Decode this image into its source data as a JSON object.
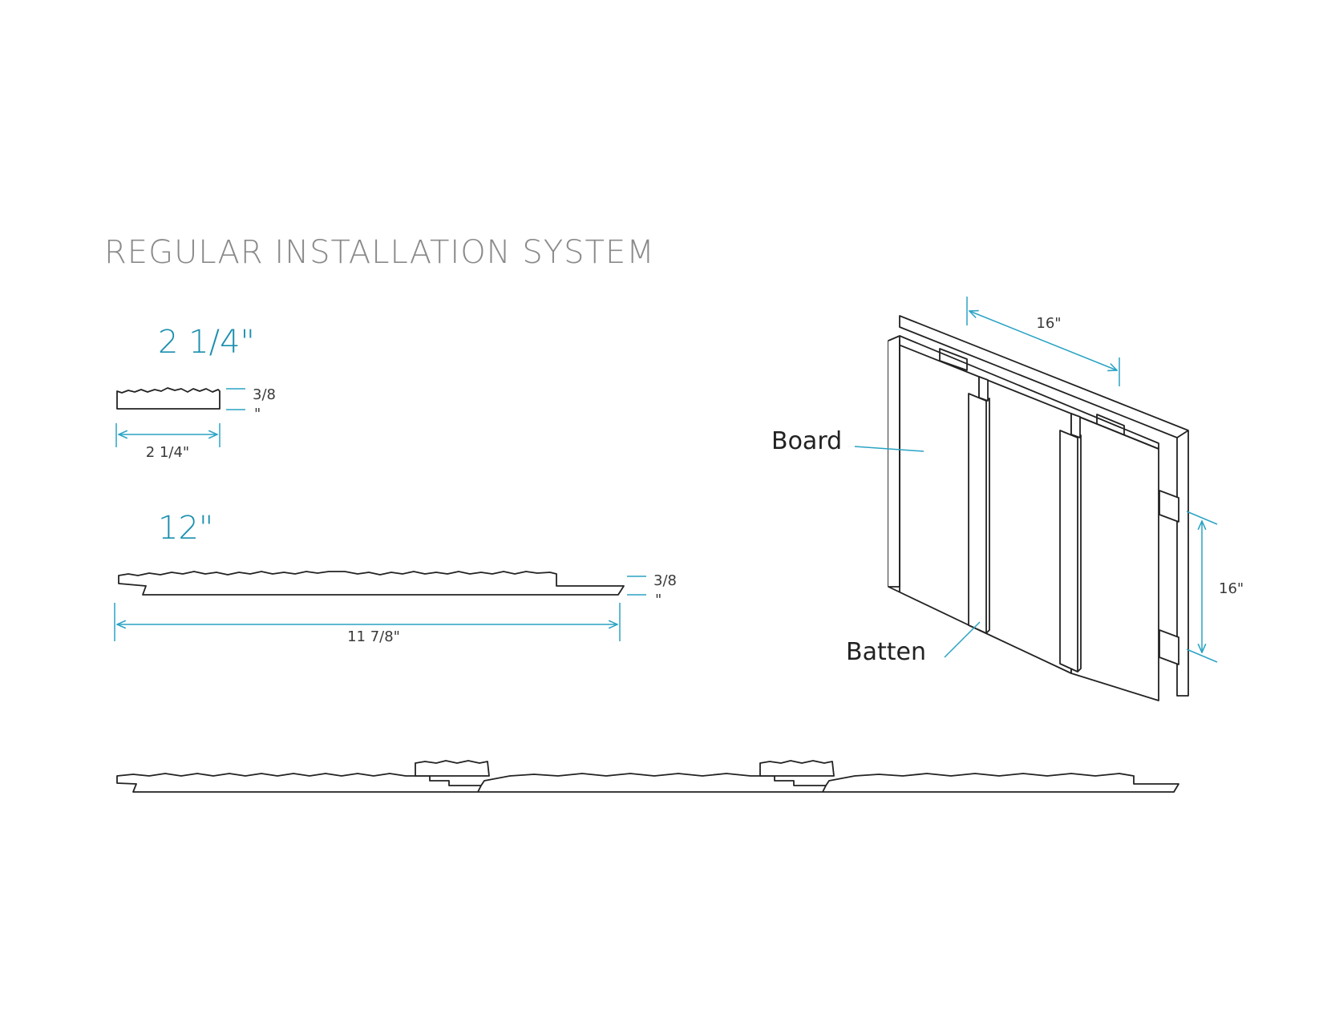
{
  "title": "REGULAR INSTALLATION SYSTEM",
  "batten_profile": {
    "header": "2 1/4\"",
    "thickness_top": "3/8",
    "thickness_bottom": "\"",
    "width": "2 1/4\""
  },
  "board_profile": {
    "header": "12\"",
    "thickness_top": "3/8",
    "thickness_bottom": "\"",
    "width": "11 7/8\""
  },
  "isometric": {
    "label_board": "Board",
    "label_batten": "Batten",
    "spacing_horizontal": "16\"",
    "spacing_vertical": "16\""
  },
  "colors": {
    "accent": "#1a8fae",
    "dimension_line": "#2aa3c4",
    "title": "#8a8a8a",
    "outline": "#222222"
  }
}
